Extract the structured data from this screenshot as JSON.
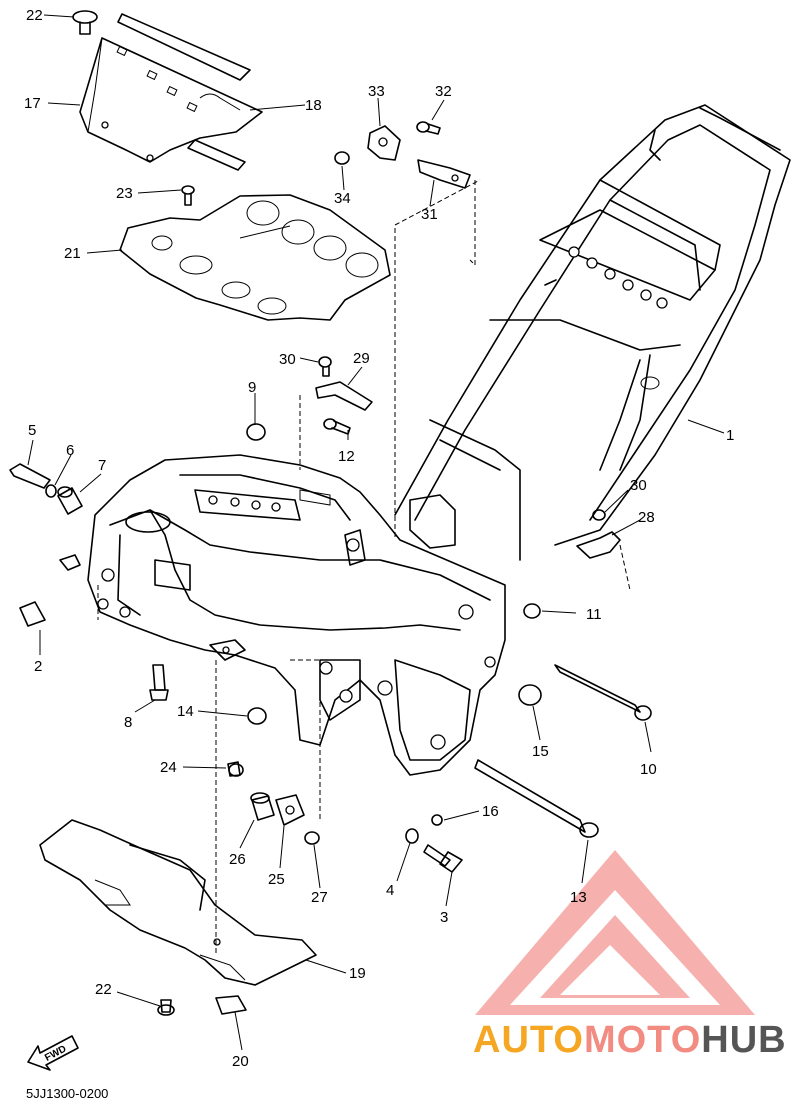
{
  "diagram_code": "5JJ1300-0200",
  "fwd_label": "FWD",
  "watermark": {
    "text_a": "AUTO",
    "text_b": "MOTO",
    "text_c": "HUB",
    "color_a": "#f5a623",
    "color_b": "#f28b82",
    "color_c": "#555555",
    "logo_color": "#f4a3a0"
  },
  "callouts": {
    "n1": "1",
    "n2": "2",
    "n3": "3",
    "n4": "4",
    "n5": "5",
    "n6": "6",
    "n7": "7",
    "n8": "8",
    "n9": "9",
    "n10": "10",
    "n11": "11",
    "n12": "12",
    "n13": "13",
    "n14": "14",
    "n15": "15",
    "n16": "16",
    "n17": "17",
    "n18": "18",
    "n19": "19",
    "n20": "20",
    "n21": "21",
    "n22a": "22",
    "n22b": "22",
    "n23": "23",
    "n24": "24",
    "n25": "25",
    "n26": "26",
    "n27": "27",
    "n28": "28",
    "n29": "29",
    "n30a": "30",
    "n30b": "30",
    "n31": "31",
    "n32": "32",
    "n33": "33",
    "n34": "34"
  }
}
